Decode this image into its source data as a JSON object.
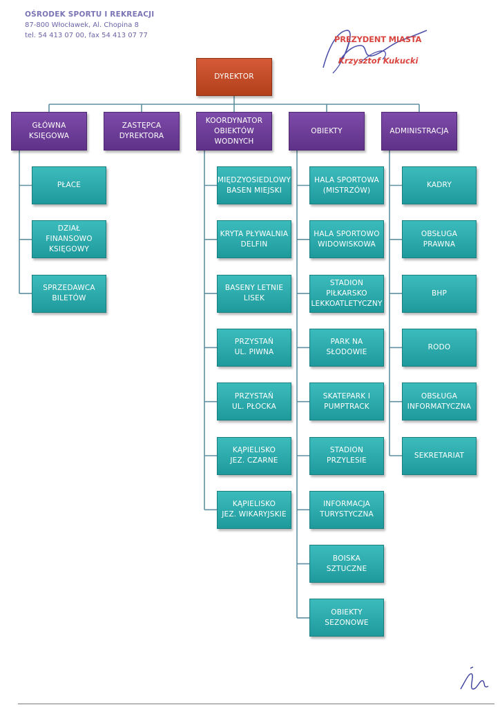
{
  "letterhead": {
    "org": "OŚRODEK SPORTU I REKREACJI",
    "address": "87-800 Włocławek, Al. Chopina 8",
    "phone": "tel. 54 413 07 00, fax 54 413 07 77"
  },
  "stamp": {
    "title": "PREZYDENT MIASTA",
    "name": "Krzysztof Kukucki"
  },
  "colors": {
    "director": "#c24a26",
    "department": "#6a3a95",
    "unit": "#2aa6a8",
    "connector": "#5f8fa0"
  },
  "chart": {
    "director": "DYREKTOR",
    "departments": [
      {
        "label": "GŁÓWNA\nKSIĘGOWA",
        "units": [
          "PŁACE",
          "DZIAŁ FINANSOWO\nKSIĘGOWY",
          "SPRZEDAWCA\nBILETÓW"
        ]
      },
      {
        "label": "ZASTĘPCA\nDYREKTORA",
        "units": []
      },
      {
        "label": "KOORDYNATOR\nOBIEKTÓW\nWODNYCH",
        "units": [
          "MIĘDZYOSIEDLOWY\nBASEN MIEJSKI",
          "KRYTA PŁYWALNIA\nDELFIN",
          "BASENY LETNIE\nLISEK",
          "PRZYSTAŃ\nUL. PIWNA",
          "PRZYSTAŃ\nUL. PŁOCKA",
          "KĄPIELISKO\nJEZ. CZARNE",
          "KĄPIELISKO\nJEZ. WIKARYJSKIE"
        ]
      },
      {
        "label": "OBIEKTY",
        "units": [
          "HALA SPORTOWA\n(MISTRZÓW)",
          "HALA SPORTOWO\nWIDOWISKOWA",
          "STADION\nPIŁKARSKO\nLEKKOATLETYCZNY",
          "PARK NA\nSŁODOWIE",
          "SKATEPARK I\nPUMPTRACK",
          "STADION\nPRZYLESIE",
          "INFORMACJA\nTURYSTYCZNA",
          "BOISKA SZTUCZNE",
          "OBIEKTY\nSEZONOWE"
        ]
      },
      {
        "label": "ADMINISTRACJA",
        "units": [
          "KADRY",
          "OBSŁUGA\nPRAWNA",
          "BHP",
          "RODO",
          "OBSŁUGA\nINFORMATYCZNA",
          "SEKRETARIAT"
        ]
      }
    ]
  }
}
